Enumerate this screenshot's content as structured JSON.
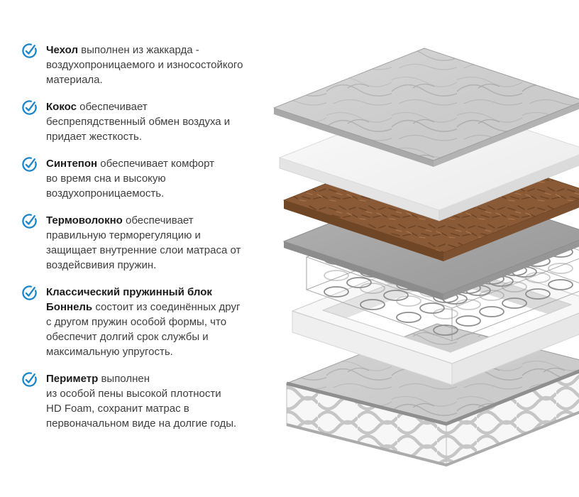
{
  "accent_color": "#1b86c9",
  "features": {
    "items": [
      {
        "title": "Чехол",
        "text": "выполнен из жаккарда -\nвоздухопроницаемого и износостойкого\nматериала."
      },
      {
        "title": "Кокос",
        "text": "обеспечивает\nбеспрепядственный обмен воздуха и\nпридает жесткость."
      },
      {
        "title": "Синтепон",
        "text": "обеспечивает комфорт\nво время сна и высокую\nвоздухопроницаемость."
      },
      {
        "title": "Термоволокно",
        "text": "обеспечивает\nправильную терморегуляцию и\nзащищает внутренние слои матраса от\nвоздейсвивия пружин."
      },
      {
        "title": "Классический пружинный блок\nБоннель",
        "text": "состоит из соединённых друг\nс другом пружин особой формы, что\nобеспечит долгий срок службы и\nмаксимальную упругость."
      },
      {
        "title": "Периметр",
        "text": "выполнен\nиз особой пены высокой плотности\nHD Foam, сохранит матрас в\nпервоначальном виде на долгие годы."
      }
    ]
  },
  "illustration": {
    "type": "mattress-layers-exploded-view",
    "layers": [
      {
        "name": "jacquard-cover",
        "color": "#cbcbcb"
      },
      {
        "name": "sintepon-foam",
        "color": "#f4f4f4"
      },
      {
        "name": "coconut-coir",
        "color": "#8a5a36"
      },
      {
        "name": "thermal-fiber",
        "color": "#a6a6a6"
      },
      {
        "name": "bonnell-spring-block",
        "color": "#8f8f8f"
      },
      {
        "name": "hd-foam-perimeter",
        "color": "#f6f6f6"
      }
    ]
  }
}
